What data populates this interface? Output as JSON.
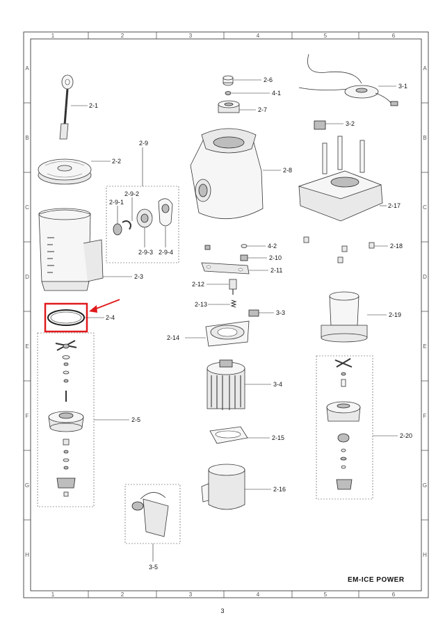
{
  "grid": {
    "columns": [
      "1",
      "2",
      "3",
      "4",
      "5",
      "6"
    ],
    "rows": [
      "A",
      "B",
      "C",
      "D",
      "E",
      "F",
      "G",
      "H"
    ]
  },
  "title": "EM-ICE  POWER",
  "page_number": "3",
  "parts": {
    "p2_1": "2-1",
    "p2_2": "2-2",
    "p2_3": "2-3",
    "p2_4": "2-4",
    "p2_5": "2-5",
    "p2_6": "2-6",
    "p2_7": "2-7",
    "p2_8": "2-8",
    "p2_9": "2-9",
    "p2_9_1": "2-9-1",
    "p2_9_2": "2-9-2",
    "p2_9_3": "2-9-3",
    "p2_9_4": "2-9-4",
    "p2_10": "2-10",
    "p2_11": "2-11",
    "p2_12": "2-12",
    "p2_13": "2-13",
    "p2_14": "2-14",
    "p2_15": "2-15",
    "p2_16": "2-16",
    "p2_17": "2-17",
    "p2_18": "2-18",
    "p2_19": "2-19",
    "p2_20": "2-20",
    "p3_1": "3-1",
    "p3_2": "3-2",
    "p3_3": "3-3",
    "p3_4": "3-4",
    "p3_5": "3-5",
    "p4_1": "4-1",
    "p4_2": "4-2"
  },
  "highlight_color": "#e0191b"
}
